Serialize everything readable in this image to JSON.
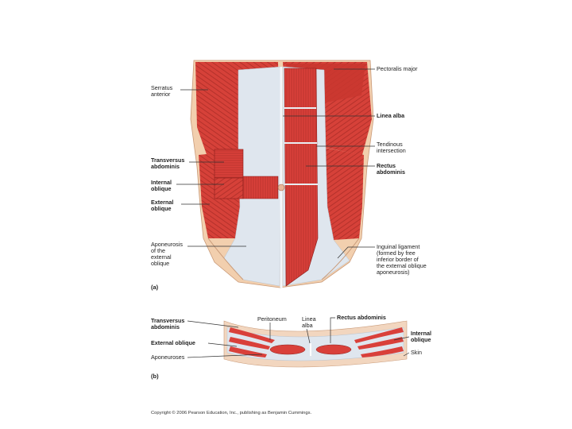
{
  "figure": {
    "panel_a_label": "(a)",
    "panel_b_label": "(b)",
    "copyright": "Copyright © 2006 Pearson Education, Inc., publishing as Benjamin Cummings."
  },
  "panel_a": {
    "left_labels": {
      "serratus": [
        "Serratus",
        "anterior"
      ],
      "transversus": [
        "Transversus",
        "abdominis"
      ],
      "internal": [
        "Internal",
        "oblique"
      ],
      "external": [
        "External",
        "oblique"
      ],
      "aponeurosis": [
        "Aponeurosis",
        "of the",
        "external",
        "oblique"
      ]
    },
    "right_labels": {
      "pectoralis": [
        "Pectoralis major"
      ],
      "linea": [
        "Linea alba"
      ],
      "tendinous": [
        "Tendinous",
        "intersection"
      ],
      "rectus": [
        "Rectus",
        "abdominis"
      ],
      "inguinal": [
        "Inguinal ligament",
        "(formed by free",
        "inferior border of",
        "the external oblique",
        "aponeurosis)"
      ]
    }
  },
  "panel_b": {
    "left_labels": {
      "transversus": [
        "Transversus",
        "abdominis"
      ],
      "external": [
        "External oblique"
      ],
      "aponeuroses": [
        "Aponeuroses"
      ]
    },
    "top_labels": {
      "peritoneum": [
        "Peritoneum"
      ],
      "linea": [
        "Linea",
        "alba"
      ],
      "rectus": [
        "Rectus abdominis"
      ]
    },
    "right_labels": {
      "internal": [
        "Internal",
        "oblique"
      ],
      "skin": [
        "Skin"
      ]
    }
  },
  "colors": {
    "muscle": "#d9403a",
    "muscle_dark": "#b32b28",
    "aponeurosis": "#dfe6ee",
    "skin": "#f2cfae"
  }
}
